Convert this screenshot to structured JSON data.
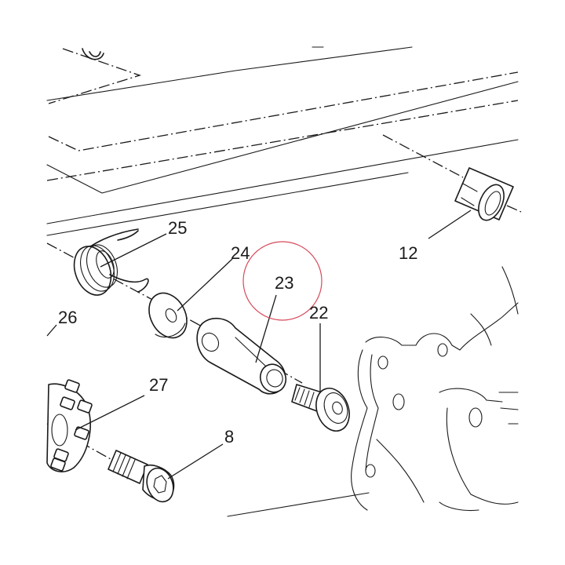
{
  "callouts": [
    {
      "id": "p25",
      "label": "25"
    },
    {
      "id": "p24",
      "label": "24"
    },
    {
      "id": "p23",
      "label": "23"
    },
    {
      "id": "p22",
      "label": "22"
    },
    {
      "id": "p12",
      "label": "12"
    },
    {
      "id": "p26",
      "label": "26"
    },
    {
      "id": "p27",
      "label": "27"
    },
    {
      "id": "p8",
      "label": "8"
    }
  ],
  "highlight": {
    "part": "23",
    "color": "#d64a5a"
  },
  "colors": {
    "ink": "#1a1a1a",
    "paper": "#ffffff"
  }
}
